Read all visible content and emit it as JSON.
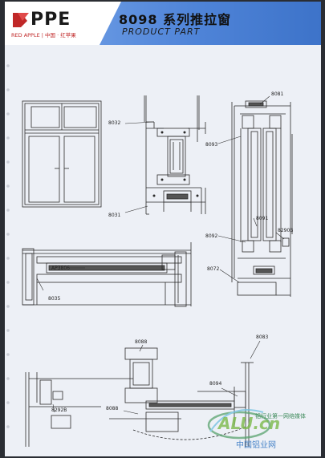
{
  "brand": {
    "logo_text": "PPE",
    "logo_sub": "RED APPLE | 中国 · 红苹果"
  },
  "header": {
    "title": "8098 系列推拉窗",
    "subtitle": "PRODUCT PART"
  },
  "labels": {
    "p8032": "8032",
    "p8031": "8031",
    "p8081": "8081",
    "p8093": "8093",
    "p8091": "8091",
    "p8092": "8092",
    "p8290b": "8290B",
    "p8072": "8072",
    "ap3806": "AP3806",
    "p8035": "8035",
    "p8088a": "8088",
    "p8088b": "8088",
    "p8292b": "8292B",
    "p8094": "8094",
    "p8083": "8083"
  },
  "watermark": {
    "logo_text": "ALU.cn",
    "line1": "铝行业第一网络媒体",
    "line2": "中国铝业网"
  },
  "colors": {
    "page": "#edf0f6",
    "header_blue": "#4f84d8",
    "logo_red": "#c02828",
    "line": "#2b2b2b"
  }
}
